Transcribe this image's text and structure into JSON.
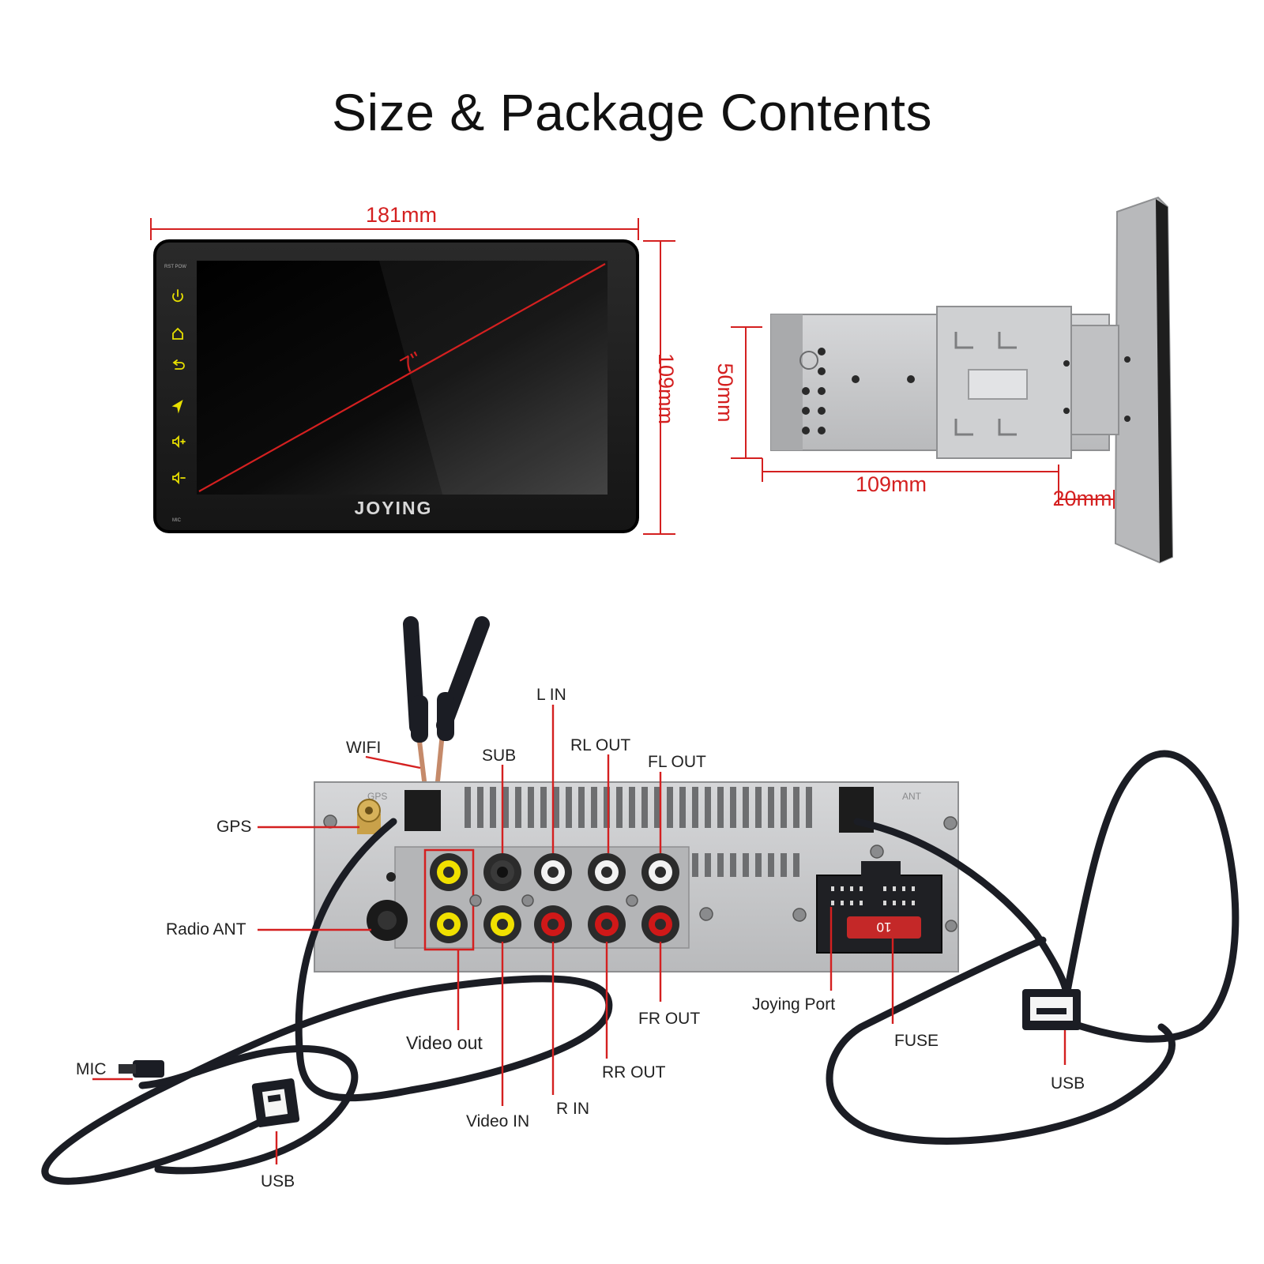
{
  "title": "Size & Package Contents",
  "colors": {
    "dimension": "#d42020",
    "screen_icons": "#e8e000",
    "cable": "#1b1d24",
    "chassis": "#c9cacc"
  },
  "front_view": {
    "width_label": "181mm",
    "height_label": "109mm",
    "diagonal_label": "7\"",
    "brand": "JOYING",
    "side_icons": [
      "power-icon",
      "home-icon",
      "back-icon",
      "navigation-icon",
      "volume-up-icon",
      "volume-down-icon"
    ],
    "top_tiny_text": "RST POW",
    "bottom_tiny_text": "MIC"
  },
  "side_view": {
    "height_label": "50mm",
    "depth_label": "109mm",
    "front_depth_label": "20mm"
  },
  "rear_ports": {
    "wifi": "WIFI",
    "gps": "GPS",
    "radio_ant": "Radio ANT",
    "sub": "SUB",
    "l_in": "L IN",
    "rl_out": "RL OUT",
    "fl_out": "FL OUT",
    "fr_out": "FR OUT",
    "rr_out": "RR OUT",
    "r_in": "R IN",
    "video_in": "Video IN",
    "video_out": "Video out",
    "joying_port": "Joying Port",
    "fuse": "FUSE",
    "fuse_value": "10",
    "mic": "MIC",
    "usb_left": "USB",
    "usb_right": "USB",
    "chassis_gps": "GPS",
    "chassis_ant": "ANT"
  }
}
